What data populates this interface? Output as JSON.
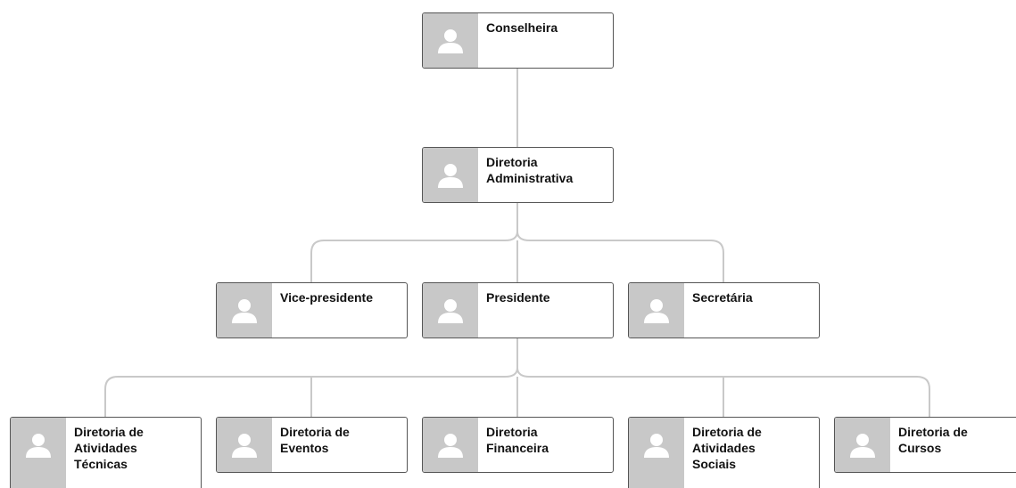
{
  "nodes": {
    "conselheira": "Conselheira",
    "diretoria_administrativa": "Diretoria\nAdministrativa",
    "vice_presidente": "Vice-presidente",
    "presidente": "Presidente",
    "secretaria": "Secretária",
    "diretoria_atividades_tecnicas": "Diretoria de\nAtividades\nTécnicas",
    "diretoria_eventos": "Diretoria de\nEventos",
    "diretoria_financeira": "Diretoria\nFinanceira",
    "diretoria_atividades_sociais": "Diretoria de\nAtividades\nSociais",
    "diretoria_cursos": "Diretoria de\nCursos"
  },
  "colors": {
    "connector": "#c9c9c9",
    "border": "#555555",
    "avatar_bg": "#c8c8c8",
    "avatar_fg": "#ffffff"
  },
  "icons": {
    "avatar": "person-placeholder-icon"
  }
}
